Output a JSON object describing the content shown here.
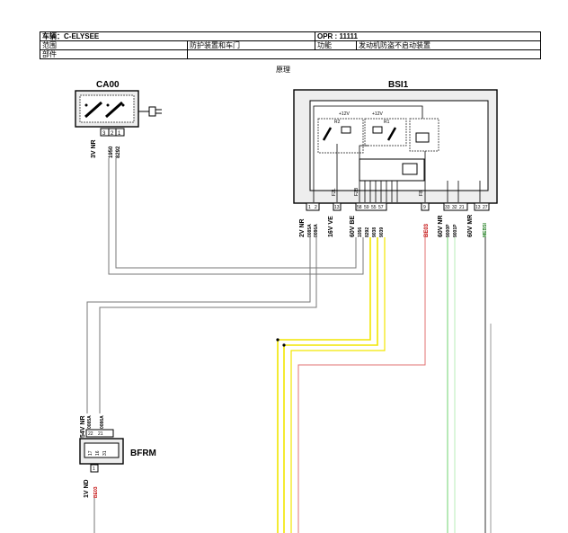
{
  "header": {
    "vehicle": "车辆：C-ELYSEE",
    "opr": "OPR : 11111",
    "scope_label": "范围",
    "scope_value": "防护装置和车门",
    "function_label": "功能",
    "function_value": "发动机防盗不启动装置",
    "part_label": "部件"
  },
  "section_title": "原理",
  "components": {
    "ca00": "CA00",
    "bsi1": "BSI1",
    "bfrm": "BFRM"
  },
  "ca00_connector": {
    "label": "3V NR",
    "pins": [
      "3",
      "2",
      "1"
    ],
    "wires": [
      "1950",
      "8292"
    ]
  },
  "bsi1_internal": {
    "r2": "R2",
    "r1": "R1",
    "v1": "+12V",
    "v2": "+12V",
    "m1": "F2L",
    "m2": "F2B",
    "m3": "F8"
  },
  "bsi1_connectors": [
    {
      "label": "2V NR",
      "pins": [
        "1",
        "2"
      ],
      "wires": [
        "0085A",
        "0086A"
      ]
    },
    {
      "label": "16V VE",
      "pins": [
        "13"
      ],
      "wires": [
        "F2L"
      ]
    },
    {
      "label": "60V BE",
      "pins": [
        "58",
        "59",
        "55",
        "57"
      ],
      "wires": [
        "1056",
        "8292",
        "9038",
        "9039"
      ]
    },
    {
      "label": "BE03",
      "pins": [
        "9"
      ],
      "wires": []
    },
    {
      "label": "60V NR",
      "pins": [
        "33",
        "32",
        "21"
      ],
      "wires": [
        "9000P",
        "9001P"
      ]
    },
    {
      "label": "60V MR",
      "pins": [
        "13",
        "27"
      ],
      "wires": [
        "MEBSI"
      ]
    }
  ],
  "bfrm_connector": {
    "label": "54V NR",
    "pins": [
      "22",
      "21"
    ],
    "wires": [
      "0085A",
      "0086A"
    ]
  },
  "bfrm_connector2": {
    "label": "1V ND",
    "pins": [
      "1"
    ],
    "wires": [
      "BE03"
    ]
  },
  "bfrm_internal": [
    "17",
    "16",
    "31"
  ]
}
